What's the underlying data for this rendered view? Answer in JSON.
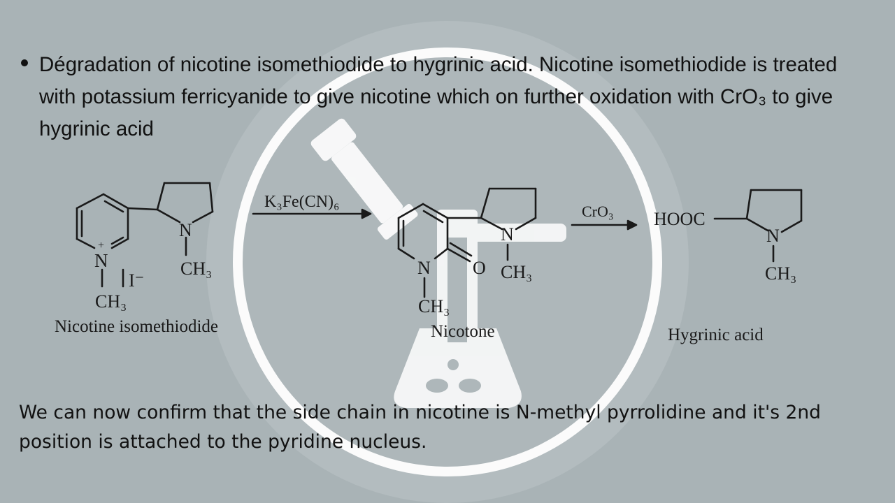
{
  "bullet": {
    "text": "Dégradation of nicotine isomethiodide to hygrinic acid. Nicotine isomethiodide is treated with potassium ferricyanide to give nicotine which on further oxidation with CrO₃ to give hygrinic acid"
  },
  "scheme": {
    "reagent1": "K₃Fe(CN)₆",
    "reagent2": "CrO₃",
    "compound1": {
      "label": "Nicotine isomethiodide",
      "ring_n": "N",
      "plus": "+",
      "pyrrolidine_n": "N",
      "n_methyl": "CH₃",
      "ring_methyl": "CH₃",
      "counter_ion": "I⁻"
    },
    "compound2": {
      "label": "Nicotone",
      "ring_n": "N",
      "oxygen": "O",
      "pyrrolidine_n": "N",
      "n_methyl": "CH₃",
      "ring_methyl": "CH₃"
    },
    "compound3": {
      "label": "Hygrinic acid",
      "acid_group": "HOOC",
      "pyrrolidine_n": "N",
      "n_methyl": "CH₃"
    }
  },
  "conclusion": {
    "text": "We can now confirm that the side chain in nicotine is N-methyl pyrrolidine and it's 2nd position is attached to the pyridine nucleus."
  },
  "colors": {
    "background": "#a9b3b6",
    "watermark": "#ffffff",
    "text": "#111111"
  },
  "icons": {
    "watermark": "lab-flask-dropper-icon"
  }
}
